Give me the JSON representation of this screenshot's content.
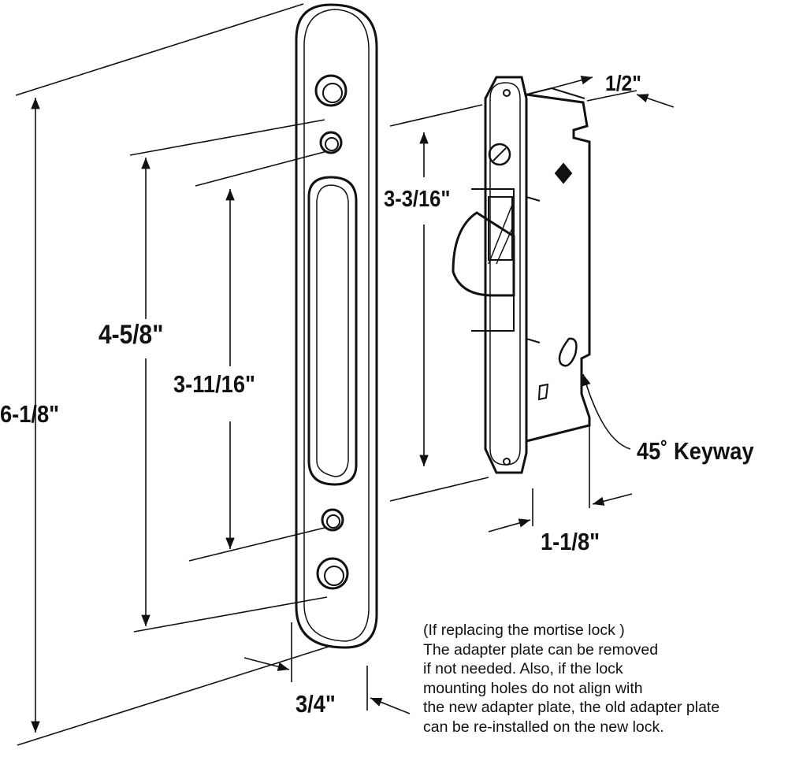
{
  "dimensions": {
    "overall_height": "6-1/8\"",
    "hole_spacing_outer": "4-5/8\"",
    "hole_spacing_inner": "3-11/16\"",
    "lock_hole_spacing": "3-3/16\"",
    "lock_depth": "1/2\"",
    "lock_width": "1-1/8\"",
    "plate_width": "3/4\"",
    "keyway": "45˚ Keyway"
  },
  "note": {
    "lines": [
      "(If replacing the mortise lock )",
      "The adapter plate can be removed",
      "if not needed. Also, if the lock",
      "mounting holes do not align with",
      "the new adapter plate, the old adapter plate",
      "can be re-installed on the new lock."
    ]
  },
  "colors": {
    "line": "#111111",
    "background": "#ffffff"
  }
}
